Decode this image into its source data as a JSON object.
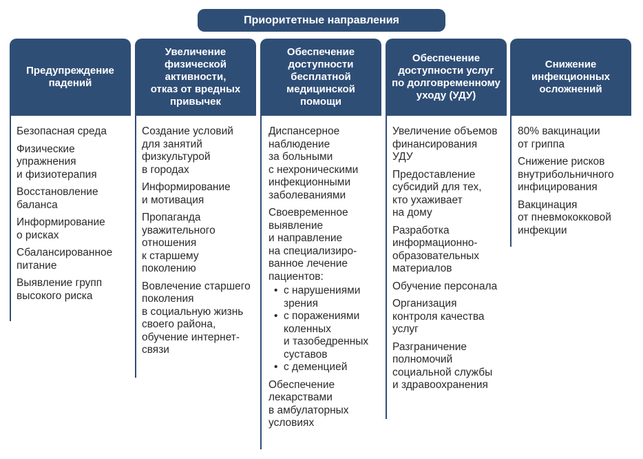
{
  "colors": {
    "header": "#2f4e76",
    "line": "#2f4e76",
    "text": "#2a2a2a"
  },
  "title": "Приоритетные направления",
  "columns": [
    {
      "heading": "Предупреждение\nпадений",
      "items": [
        "Безопасная среда",
        "Физические\nупражнения\nи физиотерапия",
        "Восстановление\nбаланса",
        "Информирование\nо рисках",
        "Сбалансированное\nпитание",
        "Выявление групп\nвысокого риска"
      ]
    },
    {
      "heading": "Увеличение\nфизической\nактивности,\nотказ от вредных\nпривычек",
      "items": [
        "Создание условий\nдля занятий\nфизкультурой\nв городах",
        "Информирование\nи мотивация",
        "Пропаганда\nуважительного\nотношения\nк старшему\nпоколению",
        "Вовлечение старшего\nпоколения\nв социальную жизнь\nсвоего района,\nобучение интернет-\nсвязи"
      ]
    },
    {
      "heading": "Обеспечение\nдоступности\nбесплатной\nмедицинской\nпомощи",
      "items": [
        "Диспансерное\nнаблюдение\nза больными\nс нехроническими\nинфекционными\nзаболеваниями",
        "Своевременное\nвыявление\nи направление\nна специализиро-\nванное лечение\nпациентов:",
        "Обеспечение\nлекарствами\nв амбулаторных\nусловиях"
      ],
      "subitems": {
        "bullet": "•",
        "list": [
          "с нарушениями\nзрения",
          "с поражениями\nколенных\nи тазобедренных\nсуставов",
          "с деменцией"
        ]
      }
    },
    {
      "heading": "Обеспечение\nдоступности услуг\nпо долговременному\nуходу (УДУ)",
      "items": [
        "Увеличение объемов\nфинансирования\nУДУ",
        "Предоставление\nсубсидий для тех,\nкто ухаживает\nна дому",
        "Разработка\nинформационно-\nобразовательных\nматериалов",
        "Обучение персонала",
        "Организация\nконтроля качества\nуслуг",
        "Разграничение\nполномочий\nсоциальной службы\nи здравоохранения"
      ]
    },
    {
      "heading": "Снижение\nинфекционных\nосложнений",
      "items": [
        "80% вакцинации\nот гриппа",
        "Снижение рисков\nвнутрибольничного\nинфицирования",
        "Вакцинация\nот пневмококковой\nинфекции"
      ]
    }
  ]
}
